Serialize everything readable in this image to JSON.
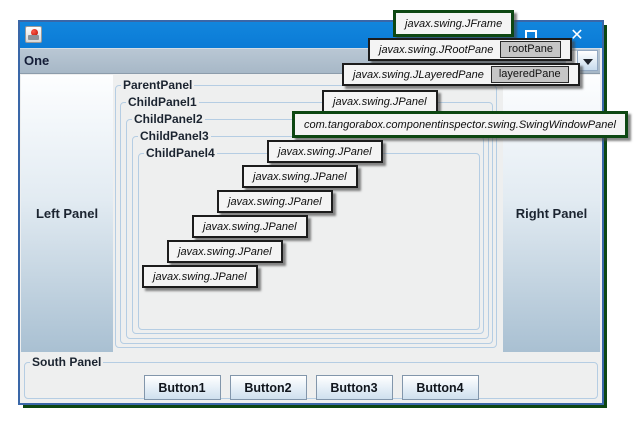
{
  "window": {
    "app_icon": "component-inspector-app-icon",
    "controls": {
      "close_glyph": "✕"
    }
  },
  "toolbar": {
    "selected_item": "One"
  },
  "layout_panels": {
    "left_label": "Left Panel",
    "right_label": "Right Panel",
    "south_label": "South Panel",
    "nested_labels": [
      "ParentPanel",
      "ChildPanel1",
      "ChildPanel2",
      "ChildPanel3",
      "ChildPanel4"
    ]
  },
  "south_buttons": [
    "Button1",
    "Button2",
    "Button3",
    "Button4"
  ],
  "inspector_tooltips": [
    {
      "label": "javax.swing.JFrame",
      "highlighted": true
    },
    {
      "label": "javax.swing.JRootPane",
      "badge": "rootPane"
    },
    {
      "label": "javax.swing.JLayeredPane",
      "badge": "layeredPane"
    },
    {
      "label": "javax.swing.JPanel"
    },
    {
      "label": "com.tangorabox.componentinspector.swing.SwingWindowPanel",
      "highlighted": true
    },
    {
      "label": "javax.swing.JPanel"
    },
    {
      "label": "javax.swing.JPanel"
    },
    {
      "label": "javax.swing.JPanel"
    },
    {
      "label": "javax.swing.JPanel"
    },
    {
      "label": "javax.swing.JPanel"
    },
    {
      "label": "javax.swing.JPanel"
    }
  ],
  "colors": {
    "titlebar_blue": "#0b7bd6",
    "window_border_blue": "#3a67a8",
    "highlight_green": "#0d4712",
    "tooltip_bg": "#f4f4f4",
    "badge_bg": "#c6c6c6",
    "combo_bg": "#a7b8c7",
    "titled_border": "#b5cde3",
    "panel_gradient_bottom": "#a9c0d2"
  }
}
